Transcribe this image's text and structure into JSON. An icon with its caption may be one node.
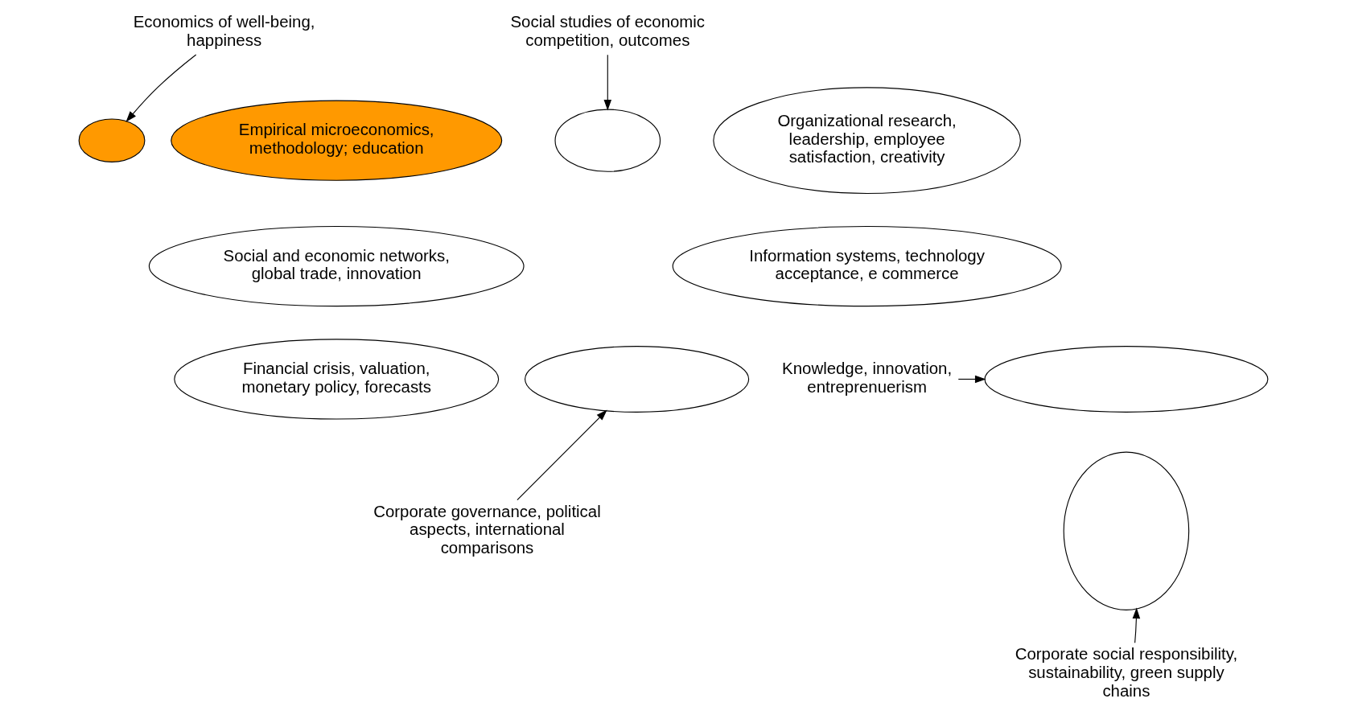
{
  "diagram": {
    "nodes": [
      {
        "text": [
          "Economics of well-being, happiness"
        ]
      },
      {
        "text": [
          "Social studies of economic competition, outcomes"
        ]
      },
      {
        "text": [],
        "shape": "ellipse"
      },
      {
        "text": [
          "Empirical microeconomics, methodology; education"
        ]
      },
      {
        "text": [
          "Organizational research, leadership, employee satisfaction, creativity"
        ]
      },
      {
        "text": [],
        "shape": "ellipse"
      },
      {
        "text": [
          "Social and economic networks, global trade, innovation"
        ]
      },
      {
        "text": [
          "Information systems, technology acceptance, e commerce"
        ]
      },
      {
        "text": [],
        "shape": "ellipse"
      },
      {
        "text": [
          "Financial crisis, valuation, monetary policy, forecasts"
        ]
      },
      {
        "text": [],
        "shape": "ellipse"
      },
      {
        "text": [
          "Knowledge, innovation, entreprenuerism"
        ]
      },
      {
        "text": [
          "Corporate governance, political aspects, international comparisons"
        ]
      },
      {
        "text": [],
        "shape": "ellipse"
      },
      {
        "text": [
          "Corporate social responsibility, sustainability, green supply chains"
        ]
      }
    ],
    "edges": [
      {
        "from": 0,
        "to": 2,
        "arrow": "to"
      },
      {
        "from": 1,
        "to": 5,
        "arrow": "to"
      },
      {
        "from": 11,
        "to": 10,
        "arrow": "to"
      },
      {
        "from": 12,
        "to": 8,
        "arrow": "to"
      },
      {
        "from": 14,
        "to": 13,
        "arrow": "to"
      }
    ]
  }
}
